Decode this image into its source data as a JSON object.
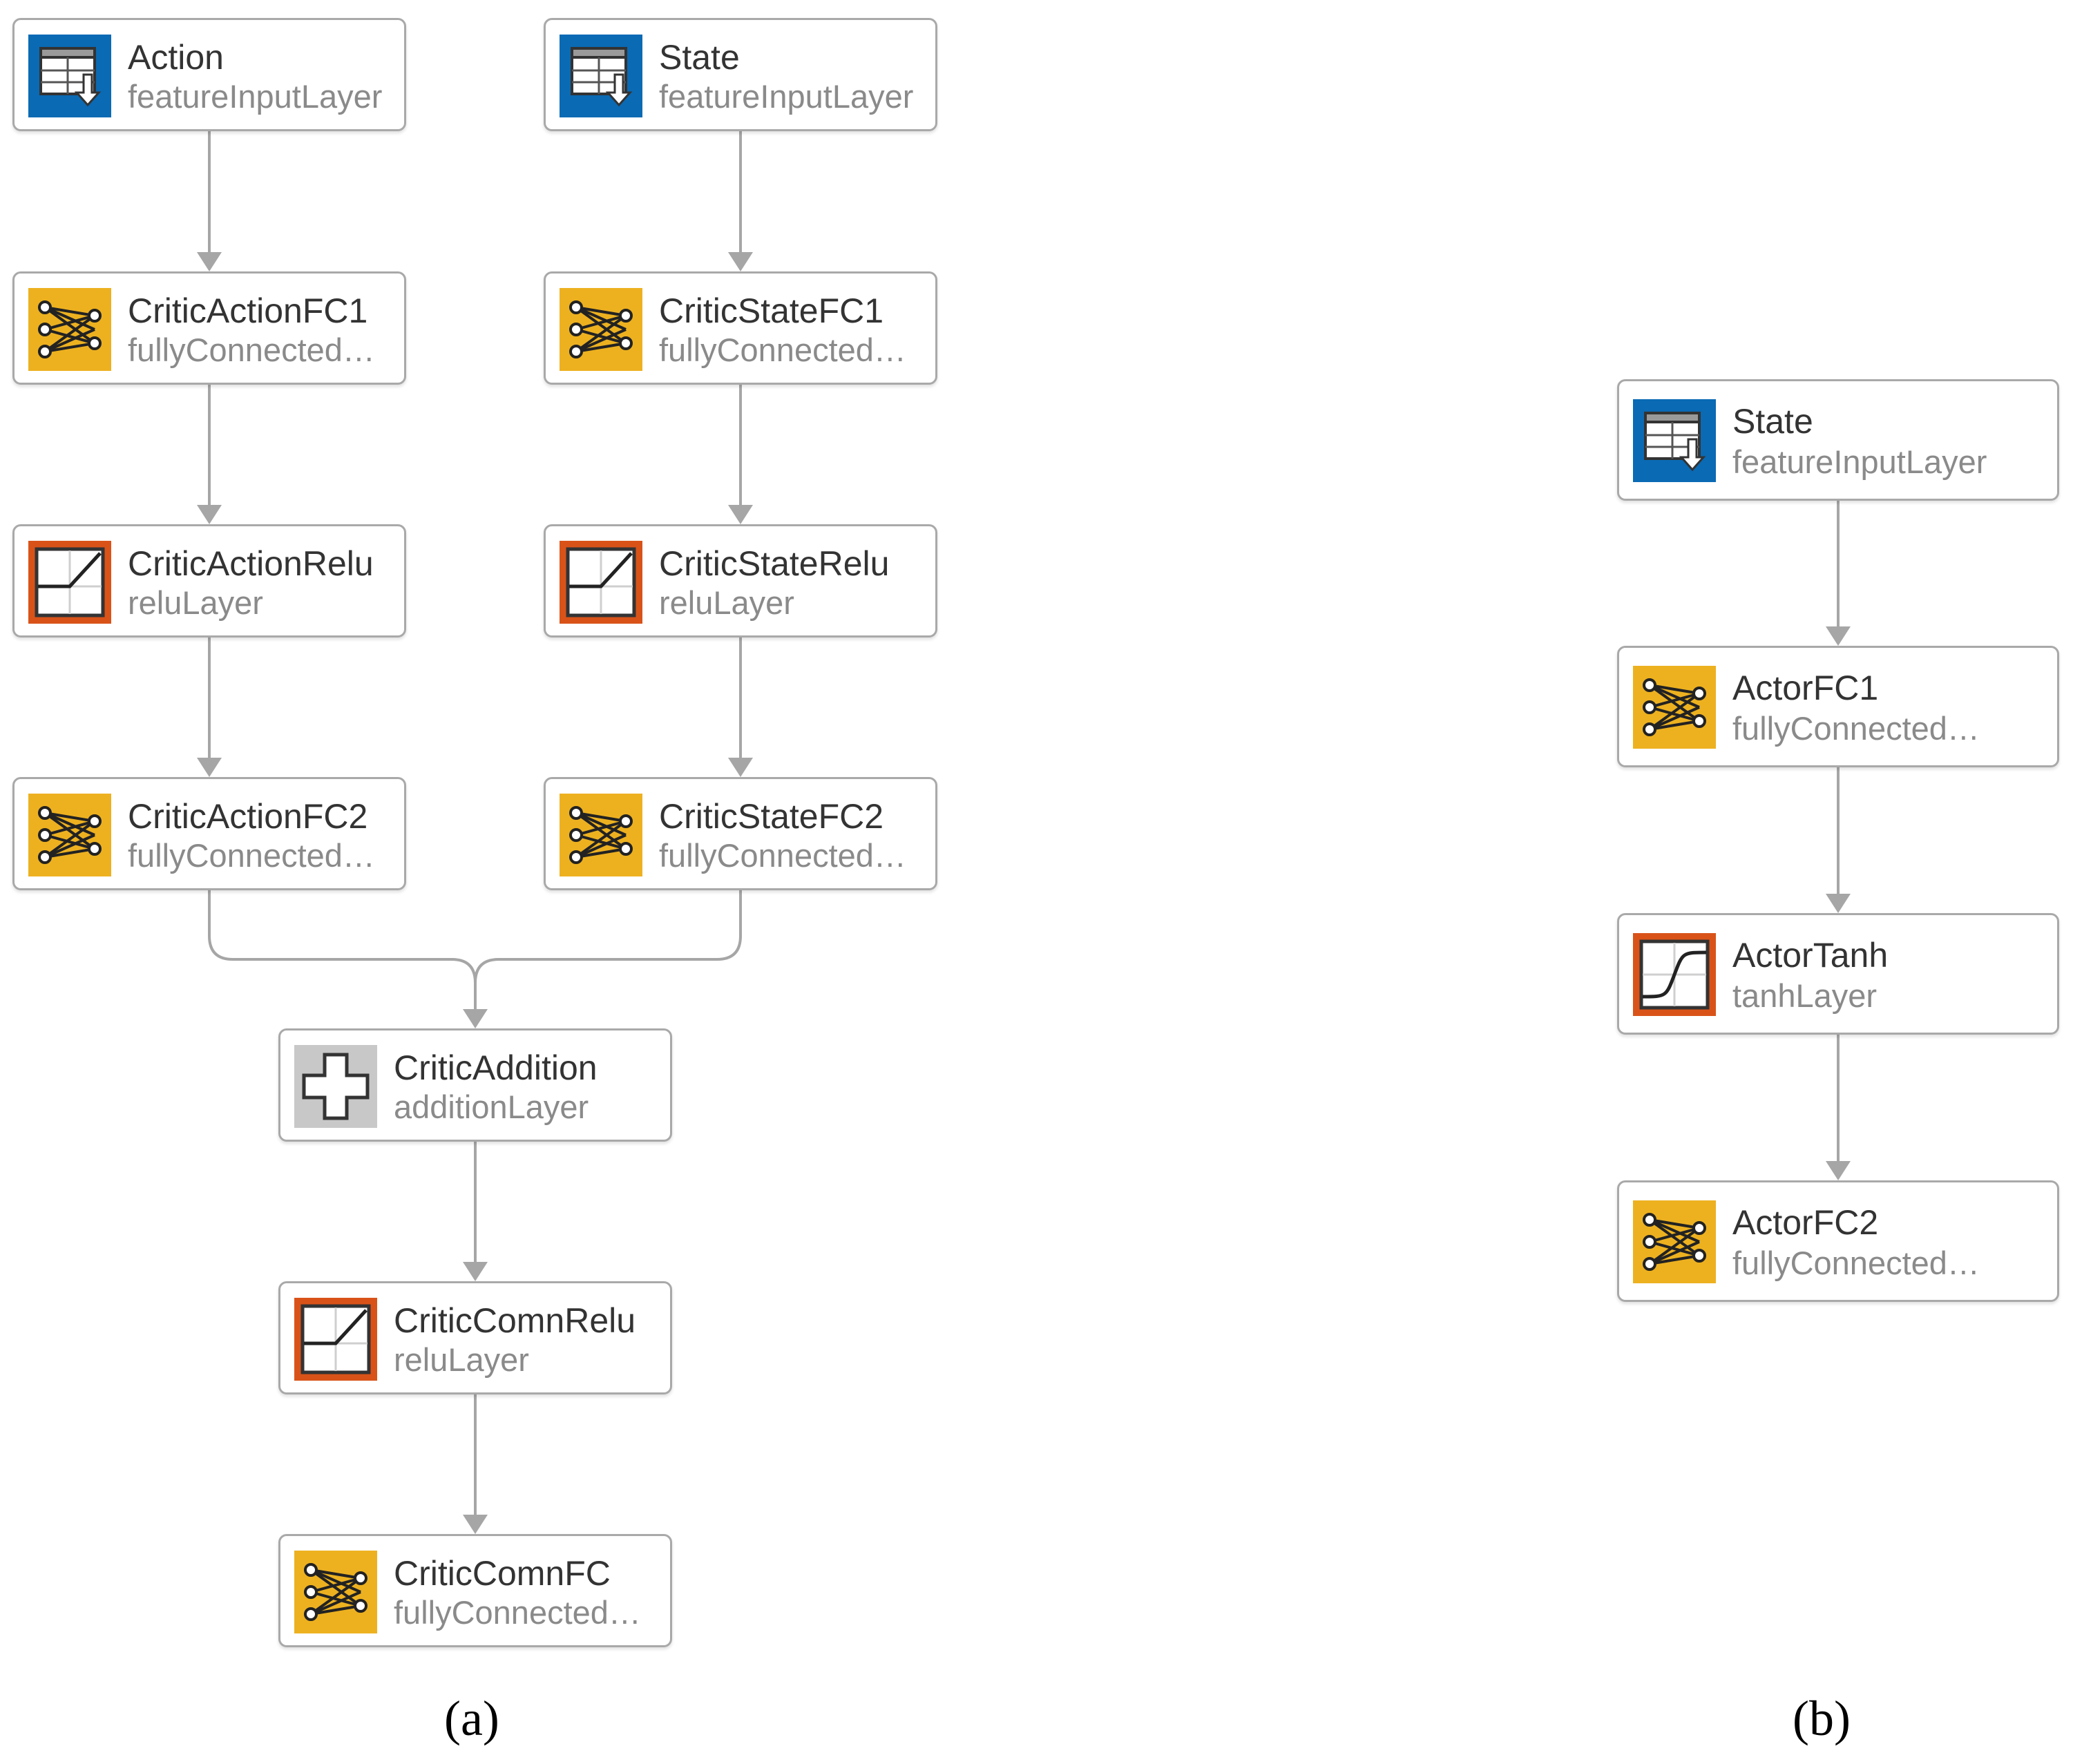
{
  "colors": {
    "input_blue": "#0a6ab4",
    "fc_yellow": "#edb120",
    "activation_orange": "#d95319",
    "addition_gray": "#c8c8c8",
    "edge_gray": "#a6a6a6",
    "node_border": "#a9a9a9"
  },
  "panel_a": {
    "label": "(a)",
    "nodes": [
      {
        "id": "action",
        "title": "Action",
        "type": "featureInputLayer",
        "icon": "input-layer-icon"
      },
      {
        "id": "state-a",
        "title": "State",
        "type": "featureInputLayer",
        "icon": "input-layer-icon"
      },
      {
        "id": "critic-action-fc1",
        "title": "CriticActionFC1",
        "type": "fullyConnected…",
        "icon": "fully-connected-icon"
      },
      {
        "id": "critic-state-fc1",
        "title": "CriticStateFC1",
        "type": "fullyConnected…",
        "icon": "fully-connected-icon"
      },
      {
        "id": "critic-action-relu",
        "title": "CriticActionRelu",
        "type": "reluLayer",
        "icon": "relu-icon"
      },
      {
        "id": "critic-state-relu",
        "title": "CriticStateRelu",
        "type": "reluLayer",
        "icon": "relu-icon"
      },
      {
        "id": "critic-action-fc2",
        "title": "CriticActionFC2",
        "type": "fullyConnected…",
        "icon": "fully-connected-icon"
      },
      {
        "id": "critic-state-fc2",
        "title": "CriticStateFC2",
        "type": "fullyConnected…",
        "icon": "fully-connected-icon"
      },
      {
        "id": "critic-addition",
        "title": "CriticAddition",
        "type": "additionLayer",
        "icon": "addition-icon"
      },
      {
        "id": "critic-comn-relu",
        "title": "CriticComnRelu",
        "type": "reluLayer",
        "icon": "relu-icon"
      },
      {
        "id": "critic-comn-fc",
        "title": "CriticComnFC",
        "type": "fullyConnected…",
        "icon": "fully-connected-icon"
      }
    ],
    "edges": [
      [
        "action",
        "critic-action-fc1"
      ],
      [
        "critic-action-fc1",
        "critic-action-relu"
      ],
      [
        "critic-action-relu",
        "critic-action-fc2"
      ],
      [
        "state-a",
        "critic-state-fc1"
      ],
      [
        "critic-state-fc1",
        "critic-state-relu"
      ],
      [
        "critic-state-relu",
        "critic-state-fc2"
      ],
      [
        "critic-action-fc2",
        "critic-addition"
      ],
      [
        "critic-state-fc2",
        "critic-addition"
      ],
      [
        "critic-addition",
        "critic-comn-relu"
      ],
      [
        "critic-comn-relu",
        "critic-comn-fc"
      ]
    ]
  },
  "panel_b": {
    "label": "(b)",
    "nodes": [
      {
        "id": "state-b",
        "title": "State",
        "type": "featureInputLayer",
        "icon": "input-layer-icon"
      },
      {
        "id": "actor-fc1",
        "title": "ActorFC1",
        "type": "fullyConnected…",
        "icon": "fully-connected-icon"
      },
      {
        "id": "actor-tanh",
        "title": "ActorTanh",
        "type": "tanhLayer",
        "icon": "tanh-icon"
      },
      {
        "id": "actor-fc2",
        "title": "ActorFC2",
        "type": "fullyConnected…",
        "icon": "fully-connected-icon"
      }
    ],
    "edges": [
      [
        "state-b",
        "actor-fc1"
      ],
      [
        "actor-fc1",
        "actor-tanh"
      ],
      [
        "actor-tanh",
        "actor-fc2"
      ]
    ]
  }
}
